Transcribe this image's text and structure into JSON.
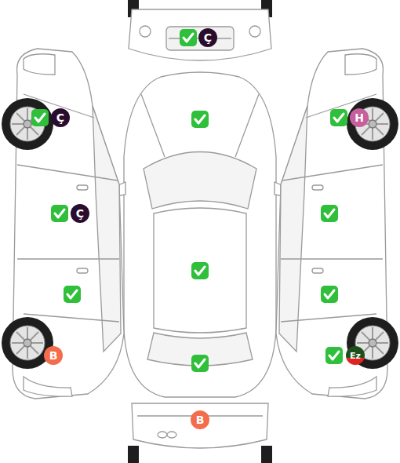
{
  "diagram": {
    "nodes": [
      {
        "text": [
          "Ç"
        ]
      },
      {
        "text": [
          "Ç"
        ]
      },
      {
        "text": [
          "H"
        ]
      },
      {
        "text": [
          "Ç"
        ]
      },
      {
        "text": [
          "B"
        ]
      },
      {
        "text": [
          "Ez"
        ]
      },
      {
        "text": [
          "B"
        ]
      }
    ]
  }
}
